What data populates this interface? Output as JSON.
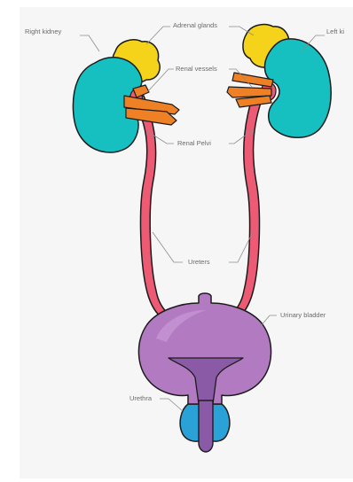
{
  "labels": {
    "right_kidney": "Right kidney",
    "adrenal_glands": "Adrenal glands",
    "left_kidney": "Left ki",
    "renal_vessels": "Renal vessels",
    "renal_pelvis": "Renal Pelvi",
    "ureters": "Ureters",
    "urinary_bladder": "Urinary bladder",
    "urethra": "Urethra"
  },
  "colors": {
    "kidney": "#16bfc0",
    "adrenal": "#f4d31a",
    "vessels": "#ee8125",
    "ureter": "#ec5a73",
    "bladder": "#b27ac1",
    "bladder_inner": "#8a5aa6",
    "prostate": "#2aa2d7",
    "outline": "#1c1c1c"
  }
}
